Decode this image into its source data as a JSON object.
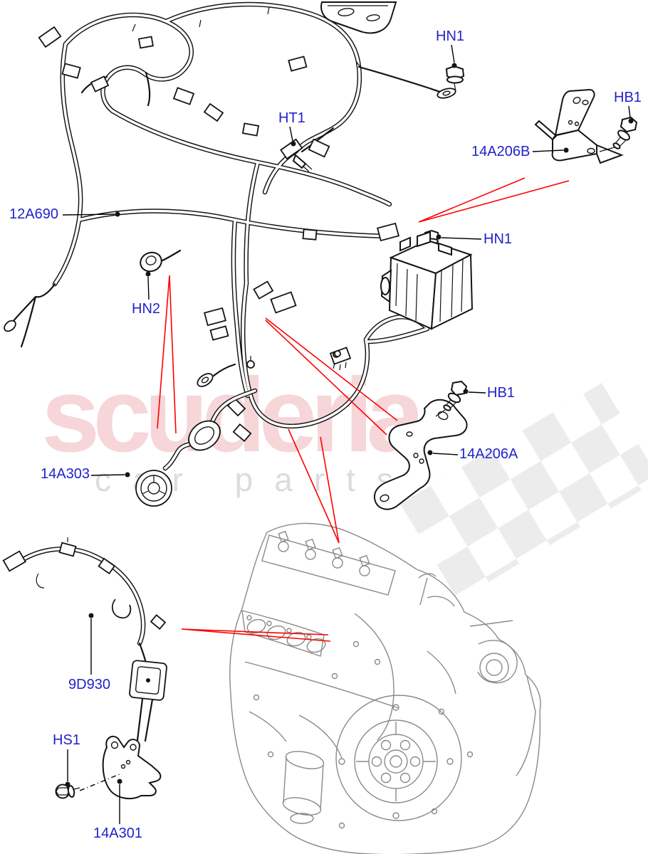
{
  "page": {
    "background": "#ffffff"
  },
  "watermark": {
    "brand": "scuderia",
    "tagline": "car parts"
  },
  "colors": {
    "label_blue": "#2222cc",
    "callout_red": "#ff0000",
    "drawing_black": "#141414",
    "engine_gray": "#8a8a8a",
    "watermark_pink": "#eda6ad",
    "watermark_gray": "#d9d9d9",
    "flag_gray": "#dcdcdc"
  },
  "labels": {
    "p12a690": "12A690",
    "ht1": "HT1",
    "hn1_top": "HN1",
    "hb1_top": "HB1",
    "p14a206b": "14A206B",
    "hn2": "HN2",
    "hn1_mid": "HN1",
    "hb1_mid": "HB1",
    "p14a206a": "14A206A",
    "p14a303": "14A303",
    "p9d930": "9D930",
    "hs1": "HS1",
    "p14a301": "14A301"
  }
}
